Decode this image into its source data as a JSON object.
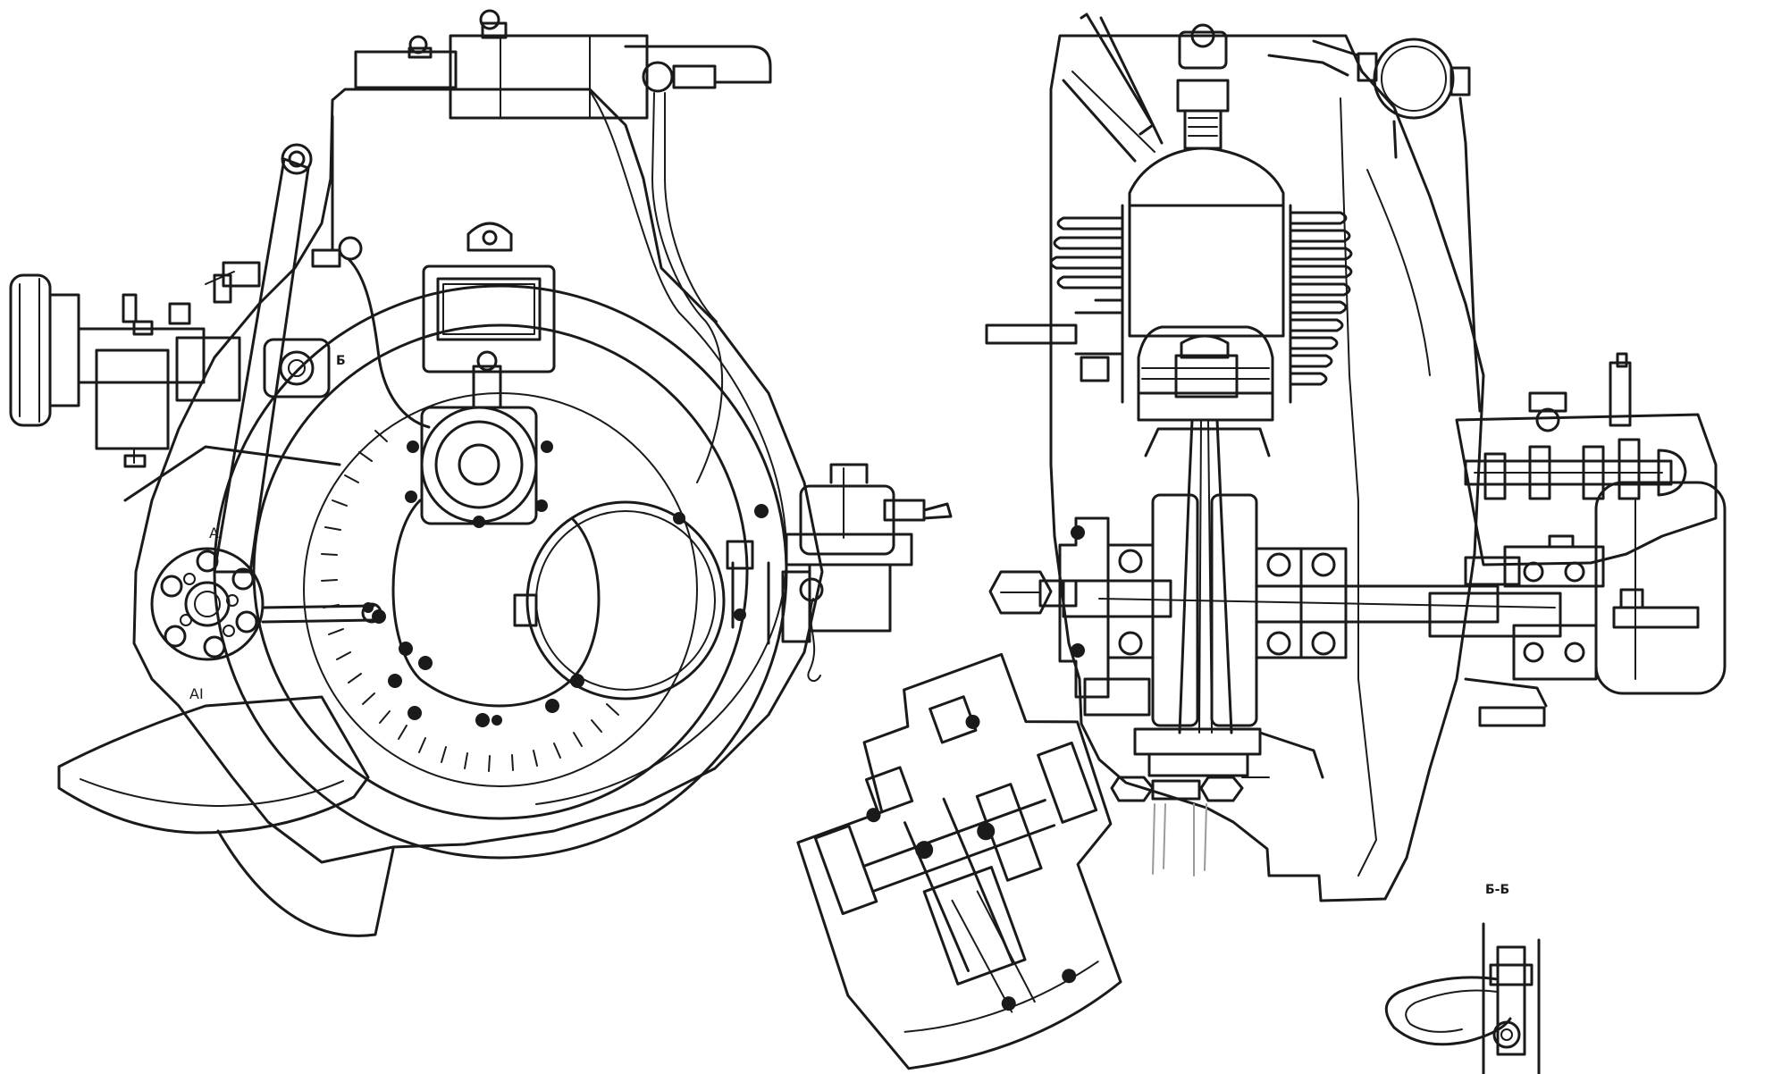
{
  "labels": {
    "view_a_top": "AІ",
    "view_a_bottom": "AІ",
    "section_b": "Б-Б",
    "small_mark": "Б"
  }
}
